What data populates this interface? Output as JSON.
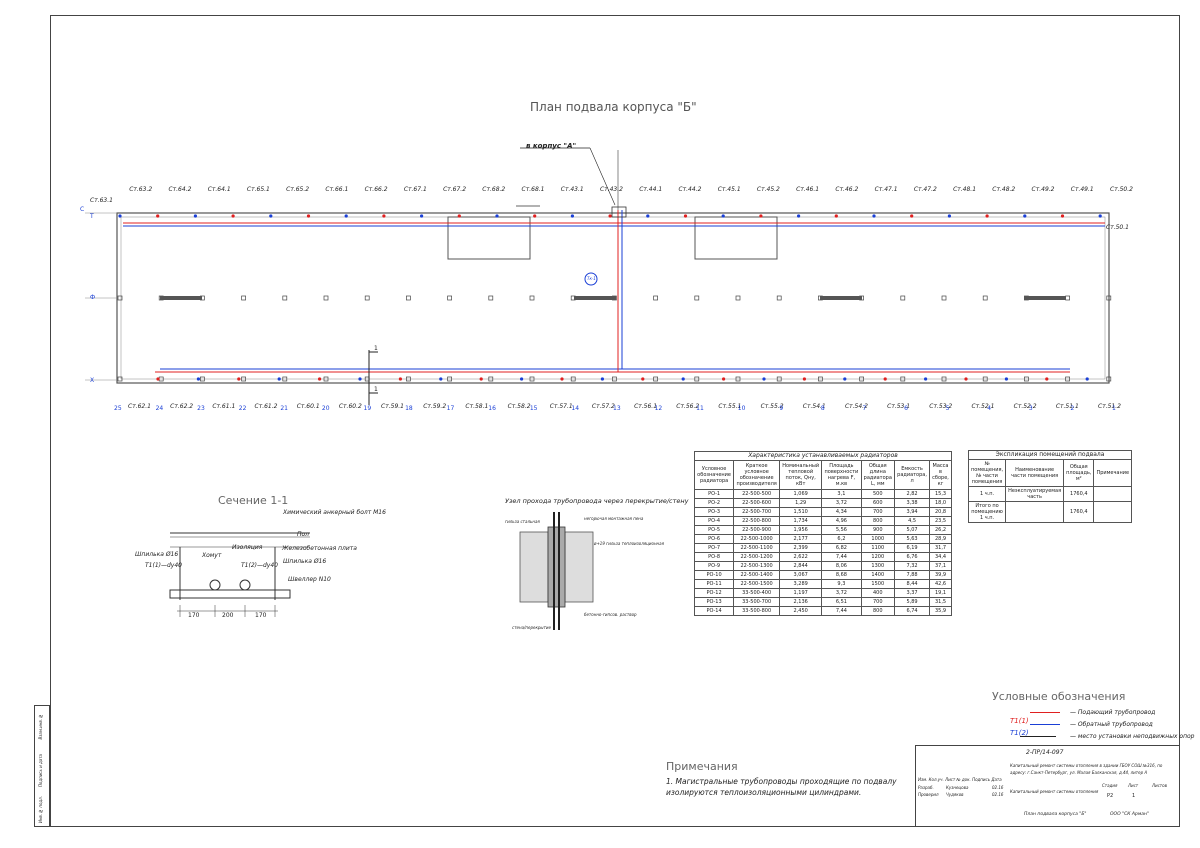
{
  "plan": {
    "title": "План подвала корпуса \"Б\"",
    "to_corpus": "в корпус \"А\"",
    "axes_left": [
      "С",
      "Т",
      "Ф",
      "Х"
    ],
    "top_labels": [
      "Ст.63.1",
      "Ст.63.2",
      "Ст.64.2",
      "Ст.64.1",
      "Ст.65.1",
      "Ст.65.2",
      "Ст.66.1",
      "Ст.66.2",
      "Ст.67.1",
      "Ст.67.2",
      "Ст.68.2",
      "Ст.68.1",
      "Ст.43.1",
      "Ст.43.2",
      "Ст.44.1",
      "Ст.44.2",
      "Ст.45.1",
      "Ст.45.2",
      "Ст.46.1",
      "Ст.46.2",
      "Ст.47.1",
      "Ст.47.2",
      "Ст.48.1",
      "Ст.48.2",
      "Ст.49.2",
      "Ст.49.1",
      "Ст.50.2"
    ],
    "right_label": "Ст.50.1",
    "bottom_labels": [
      "Ст.62.1",
      "Ст.62.2",
      "Ст.61.1",
      "Ст.61.2",
      "Ст.60.1",
      "Ст.60.2",
      "Ст.59.1",
      "Ст.59.2",
      "Ст.58.1",
      "Ст.58.2",
      "Ст.57.1",
      "Ст.57.2",
      "Ст.56.1",
      "Ст.56.2",
      "Ст.55.1",
      "Ст.55.2",
      "Ст.54.1",
      "Ст.54.2",
      "Ст.53.1",
      "Ст.53.2",
      "Ст.52.1",
      "Ст.52.2",
      "Ст.51.1",
      "Ст.51.2"
    ],
    "bottom_axes": [
      "25",
      "24",
      "23",
      "22",
      "21",
      "20",
      "19",
      "18",
      "17",
      "16",
      "15",
      "14",
      "13",
      "12",
      "11",
      "10",
      "9",
      "8",
      "7",
      "6",
      "5",
      "4",
      "3",
      "2",
      "1"
    ],
    "section_mark": "1",
    "node_label": "Тк-1"
  },
  "section": {
    "title": "Сечение 1-1",
    "labels": [
      "Химический анкерный болт М16",
      "Пол",
      "Железобетонная плита",
      "Шпилька Ø16",
      "Хомут",
      "Изоляция",
      "Т1(1)—dу40",
      "Т1(2)—dу40",
      "Шпилька Ø16",
      "Швеллер N10"
    ],
    "dims": [
      "170",
      "200",
      "170"
    ]
  },
  "node": {
    "title": "Узел прохода трубопровода через перекрытие/стену",
    "labels": [
      "гильза стальная",
      "негорючая монтажная пена",
      "ø+19 гильза теплоизоляционная",
      "бетонно-гипсов. раствор",
      "стена/перекрытие"
    ]
  },
  "radiators": {
    "title": "Характеристика устанавливаемых радиаторов",
    "headers": [
      "Условное обозначение радиатора",
      "Краткое условное обозначение производителя",
      "Номинальный тепловой поток, Qну, кВт",
      "Площадь поверхности нагрева F, м.кв",
      "Общая длина радиатора L, мм",
      "Емкость радиатора, л",
      "Масса в сборе, кг"
    ],
    "rows": [
      [
        "РО-1",
        "22-500-500",
        "1,069",
        "3,1",
        "500",
        "2,82",
        "15,3"
      ],
      [
        "РО-2",
        "22-500-600",
        "1,29",
        "3,72",
        "600",
        "3,38",
        "18,0"
      ],
      [
        "РО-3",
        "22-500-700",
        "1,510",
        "4,34",
        "700",
        "3,94",
        "20,8"
      ],
      [
        "РО-4",
        "22-500-800",
        "1,734",
        "4,96",
        "800",
        "4,5",
        "23,5"
      ],
      [
        "РО-5",
        "22-500-900",
        "1,956",
        "5,56",
        "900",
        "5,07",
        "26,2"
      ],
      [
        "РО-6",
        "22-500-1000",
        "2,177",
        "6,2",
        "1000",
        "5,63",
        "28,9"
      ],
      [
        "РО-7",
        "22-500-1100",
        "2,399",
        "6,82",
        "1100",
        "6,19",
        "31,7"
      ],
      [
        "РО-8",
        "22-500-1200",
        "2,622",
        "7,44",
        "1200",
        "6,76",
        "34,4"
      ],
      [
        "РО-9",
        "22-500-1300",
        "2,844",
        "8,06",
        "1300",
        "7,32",
        "37,1"
      ],
      [
        "РО-10",
        "22-500-1400",
        "3,067",
        "8,68",
        "1400",
        "7,88",
        "39,9"
      ],
      [
        "РО-11",
        "22-500-1500",
        "3,289",
        "9,3",
        "1500",
        "8,44",
        "42,6"
      ],
      [
        "РО-12",
        "33-500-400",
        "1,197",
        "3,72",
        "400",
        "3,37",
        "19,1"
      ],
      [
        "РО-13",
        "33-500-700",
        "2,136",
        "6,51",
        "700",
        "5,89",
        "31,5"
      ],
      [
        "РО-14",
        "33-500-800",
        "2,450",
        "7,44",
        "800",
        "6,74",
        "35,9"
      ]
    ]
  },
  "rooms": {
    "title": "Экспликация помещений подвала",
    "headers": [
      "№ помещения, № части помещения",
      "Наименование части помещения",
      "Общая площадь, м²",
      "Примечание"
    ],
    "rows": [
      [
        "1 ч.п.",
        "Неэксплуатируемая часть",
        "1760,4",
        ""
      ],
      [
        "Итого по помещению 1 ч.п.",
        "",
        "1760,4",
        ""
      ]
    ]
  },
  "legend": {
    "title": "Условные обозначения",
    "items": [
      {
        "code": "Т1(1)",
        "text": "— Подающий трубопровод",
        "color": "#e02020"
      },
      {
        "code": "Т1(2)",
        "text": "— Обратный трубопровод",
        "color": "#1a3fd6"
      },
      {
        "code": "",
        "text": "— место установки неподвижных опор",
        "color": "#222"
      }
    ]
  },
  "notes": {
    "title": "Примечания",
    "text1": "1. Магистральные трубопроводы проходящие по подвалу",
    "text2": "изолируются теплоизоляционными цилиндрами."
  },
  "stamp": {
    "code": "2-ПР/14-097",
    "desc1": "Капитальный ремонт системы отопления в здании ГБОУ СОШ №316, по",
    "desc2": "адресу: г.Санкт-Петербург, ул. Малая Балканская, д.44, литер А",
    "system": "Капитальный ремонт системы отопления",
    "stage": "Р2",
    "sheet": "1",
    "sheet_name": "План подвала корпуса \"Б\"",
    "company": "ООО \"СК Арман\"",
    "stage_hdr": "Стадия",
    "sheet_hdr": "Лист",
    "sheets_hdr": "Листов",
    "col_hdr": "Изм.  Кол.уч.  Лист  № док.  Подпись  Дата",
    "dev": "Разраб.",
    "dev_name": "Кузнецова",
    "chk": "Проверил",
    "chk_name": "Чудяков",
    "date": "02.16"
  },
  "side_stamp": [
    "Инв.№ подл.",
    "Подпись и дата",
    "Взам.инв.№"
  ]
}
